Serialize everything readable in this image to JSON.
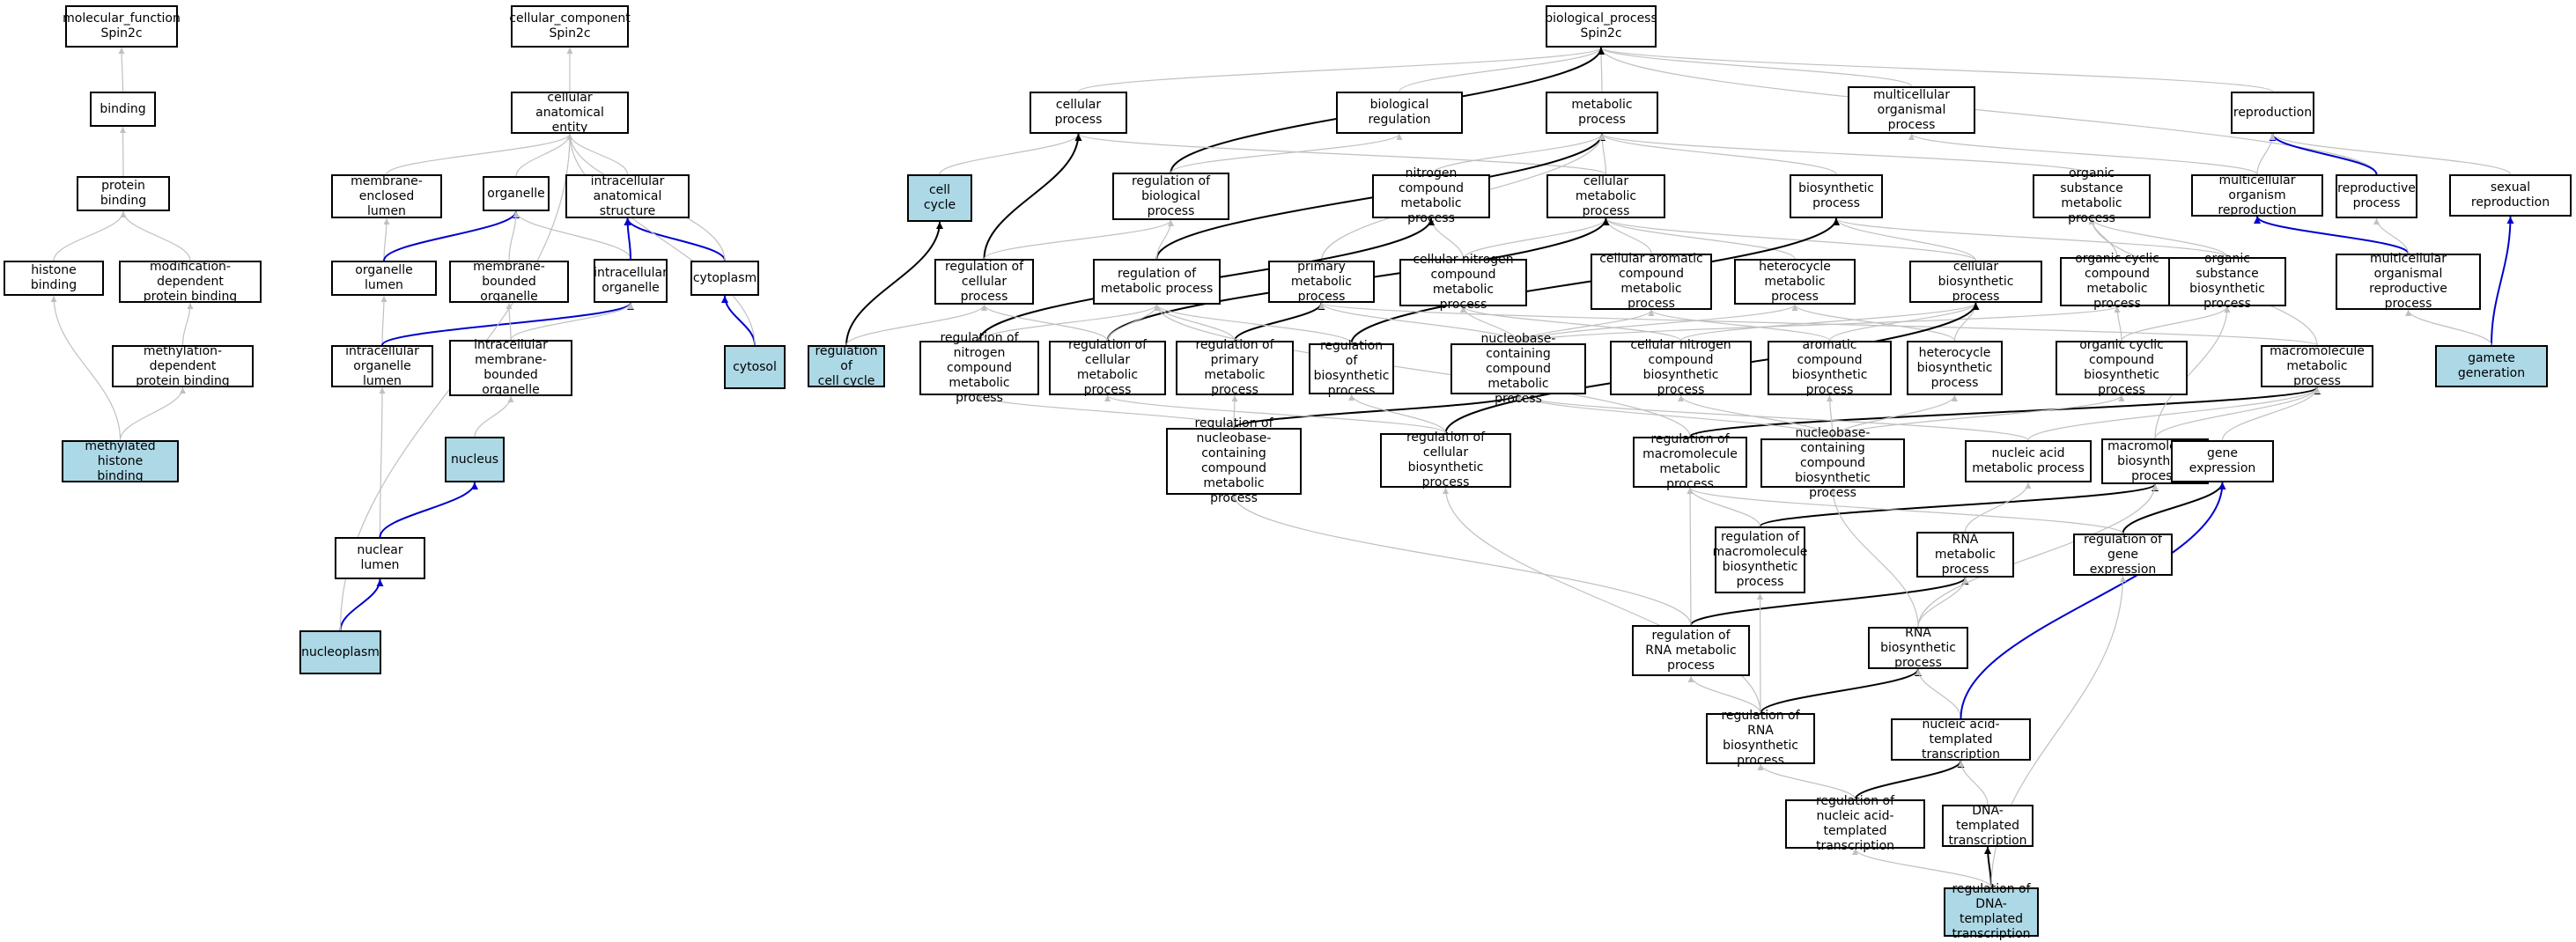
{
  "colors": {
    "highlight": "#add8e6",
    "edge_gray": "#c0c0c0",
    "edge_black": "#000000",
    "edge_blue": "#0000cd"
  },
  "nodes": [
    {
      "id": "mf",
      "label": "molecular_function\nSpin2c",
      "hl": false
    },
    {
      "id": "binding",
      "label": "binding",
      "hl": false
    },
    {
      "id": "protein_binding",
      "label": "protein binding",
      "hl": false
    },
    {
      "id": "histone_binding",
      "label": "histone binding",
      "hl": false
    },
    {
      "id": "moddep",
      "label": "modification-dependent\nprotein binding",
      "hl": false
    },
    {
      "id": "methdep",
      "label": "methylation-dependent\nprotein binding",
      "hl": false
    },
    {
      "id": "methhist",
      "label": "methylated histone\nbinding",
      "hl": true
    },
    {
      "id": "cc",
      "label": "cellular_component\nSpin2c",
      "hl": false
    },
    {
      "id": "cae",
      "label": "cellular anatomical\nentity",
      "hl": false
    },
    {
      "id": "mel",
      "label": "membrane-enclosed\nlumen",
      "hl": false
    },
    {
      "id": "organelle",
      "label": "organelle",
      "hl": false
    },
    {
      "id": "ias",
      "label": "intracellular\nanatomical structure",
      "hl": false
    },
    {
      "id": "orglumen",
      "label": "organelle lumen",
      "hl": false
    },
    {
      "id": "mbo",
      "label": "membrane-bounded\norganelle",
      "hl": false
    },
    {
      "id": "io",
      "label": "intracellular\norganelle",
      "hl": false
    },
    {
      "id": "cytoplasm",
      "label": "cytoplasm",
      "hl": false
    },
    {
      "id": "iol",
      "label": "intracellular\norganelle lumen",
      "hl": false
    },
    {
      "id": "imbo",
      "label": "intracellular\nmembrane-bounded\norganelle",
      "hl": false
    },
    {
      "id": "cytosol",
      "label": "cytosol",
      "hl": true
    },
    {
      "id": "nucleus",
      "label": "nucleus",
      "hl": true
    },
    {
      "id": "nuclumen",
      "label": "nuclear lumen",
      "hl": false
    },
    {
      "id": "nucleoplasm",
      "label": "nucleoplasm",
      "hl": true
    },
    {
      "id": "bp",
      "label": "biological_process\nSpin2c",
      "hl": false
    },
    {
      "id": "cellproc",
      "label": "cellular process",
      "hl": false
    },
    {
      "id": "bioreg",
      "label": "biological regulation",
      "hl": false
    },
    {
      "id": "metproc",
      "label": "metabolic process",
      "hl": false
    },
    {
      "id": "mop",
      "label": "multicellular\norganismal process",
      "hl": false
    },
    {
      "id": "repro",
      "label": "reproduction",
      "hl": false
    },
    {
      "id": "cellcycle",
      "label": "cell cycle",
      "hl": true
    },
    {
      "id": "regbio",
      "label": "regulation of\nbiological process",
      "hl": false
    },
    {
      "id": "ncmp",
      "label": "nitrogen compound\nmetabolic process",
      "hl": false
    },
    {
      "id": "cmp",
      "label": "cellular metabolic\nprocess",
      "hl": false
    },
    {
      "id": "biosyn",
      "label": "biosynthetic\nprocess",
      "hl": false
    },
    {
      "id": "osmp",
      "label": "organic substance\nmetabolic process",
      "hl": false
    },
    {
      "id": "mor",
      "label": "multicellular\norganism reproduction",
      "hl": false
    },
    {
      "id": "reproproc",
      "label": "reproductive\nprocess",
      "hl": false
    },
    {
      "id": "sexrepro",
      "label": "sexual reproduction",
      "hl": false
    },
    {
      "id": "regcellproc",
      "label": "regulation of\ncellular process",
      "hl": false
    },
    {
      "id": "regmet",
      "label": "regulation of\nmetabolic process",
      "hl": false
    },
    {
      "id": "pmp",
      "label": "primary metabolic\nprocess",
      "hl": false
    },
    {
      "id": "cncmp",
      "label": "cellular nitrogen\ncompound metabolic\nprocess",
      "hl": false
    },
    {
      "id": "cacmp",
      "label": "cellular aromatic\ncompound metabolic\nprocess",
      "hl": false
    },
    {
      "id": "hmp",
      "label": "heterocycle\nmetabolic process",
      "hl": false
    },
    {
      "id": "cbp",
      "label": "cellular biosynthetic\nprocess",
      "hl": false
    },
    {
      "id": "occmp",
      "label": "organic cyclic\ncompound metabolic\nprocess",
      "hl": false
    },
    {
      "id": "osbp",
      "label": "organic substance\nbiosynthetic\nprocess",
      "hl": false
    },
    {
      "id": "morp",
      "label": "multicellular\norganismal reproductive\nprocess",
      "hl": false
    },
    {
      "id": "regcellcycle",
      "label": "regulation of\ncell cycle",
      "hl": true
    },
    {
      "id": "regncmp",
      "label": "regulation of\nnitrogen compound\nmetabolic process",
      "hl": false
    },
    {
      "id": "regcmp",
      "label": "regulation of\ncellular metabolic\nprocess",
      "hl": false
    },
    {
      "id": "regpmp",
      "label": "regulation of\nprimary metabolic\nprocess",
      "hl": false
    },
    {
      "id": "regbiosyn",
      "label": "regulation of\nbiosynthetic\nprocess",
      "hl": false
    },
    {
      "id": "nbcmp",
      "label": "nucleobase-containing\ncompound metabolic\nprocess",
      "hl": false
    },
    {
      "id": "cncbp",
      "label": "cellular nitrogen\ncompound biosynthetic\nprocess",
      "hl": false
    },
    {
      "id": "acbp",
      "label": "aromatic compound\nbiosynthetic\nprocess",
      "hl": false
    },
    {
      "id": "hbp",
      "label": "heterocycle\nbiosynthetic\nprocess",
      "hl": false
    },
    {
      "id": "occbp",
      "label": "organic cyclic\ncompound biosynthetic\nprocess",
      "hl": false
    },
    {
      "id": "mmp",
      "label": "macromolecule\nmetabolic process",
      "hl": false
    },
    {
      "id": "gametegen",
      "label": "gamete generation",
      "hl": true
    },
    {
      "id": "regnbcmp",
      "label": "regulation of\nnucleobase-containing\ncompound metabolic\nprocess",
      "hl": false
    },
    {
      "id": "regcbp",
      "label": "regulation of\ncellular biosynthetic\nprocess",
      "hl": false
    },
    {
      "id": "regmmp",
      "label": "regulation of\nmacromolecule\nmetabolic process",
      "hl": false
    },
    {
      "id": "nbcbp",
      "label": "nucleobase-containing\ncompound biosynthetic\nprocess",
      "hl": false
    },
    {
      "id": "namp",
      "label": "nucleic acid\nmetabolic process",
      "hl": false
    },
    {
      "id": "mbp",
      "label": "macromolecule\nbiosynthetic\nprocess",
      "hl": false
    },
    {
      "id": "geneexp",
      "label": "gene expression",
      "hl": false
    },
    {
      "id": "regmbp",
      "label": "regulation of\nmacromolecule\nbiosynthetic\nprocess",
      "hl": false
    },
    {
      "id": "rnamp",
      "label": "RNA metabolic\nprocess",
      "hl": false
    },
    {
      "id": "reggeneexp",
      "label": "regulation of\ngene expression",
      "hl": false
    },
    {
      "id": "regrnamp",
      "label": "regulation of\nRNA metabolic\nprocess",
      "hl": false
    },
    {
      "id": "rnabp",
      "label": "RNA biosynthetic\nprocess",
      "hl": false
    },
    {
      "id": "regrnabp",
      "label": "regulation of\nRNA biosynthetic\nprocess",
      "hl": false
    },
    {
      "id": "natt",
      "label": "nucleic acid-templated\ntranscription",
      "hl": false
    },
    {
      "id": "regnatt",
      "label": "regulation of\nnucleic acid-templated\ntranscription",
      "hl": false
    },
    {
      "id": "dtt",
      "label": "DNA-templated\ntranscription",
      "hl": false
    },
    {
      "id": "regdtt",
      "label": "regulation of\nDNA-templated\ntranscription",
      "hl": true
    }
  ],
  "edges": [
    {
      "from": "binding",
      "to": "mf",
      "color": "gray"
    },
    {
      "from": "protein_binding",
      "to": "binding",
      "color": "gray"
    },
    {
      "from": "histone_binding",
      "to": "protein_binding",
      "color": "gray"
    },
    {
      "from": "moddep",
      "to": "protein_binding",
      "color": "gray"
    },
    {
      "from": "methdep",
      "to": "moddep",
      "color": "gray"
    },
    {
      "from": "methhist",
      "to": "histone_binding",
      "color": "gray"
    },
    {
      "from": "methhist",
      "to": "methdep",
      "color": "gray"
    },
    {
      "from": "cae",
      "to": "cc",
      "color": "gray"
    },
    {
      "from": "mel",
      "to": "cae",
      "color": "gray"
    },
    {
      "from": "organelle",
      "to": "cae",
      "color": "gray"
    },
    {
      "from": "ias",
      "to": "cae",
      "color": "gray"
    },
    {
      "from": "orglumen",
      "to": "mel",
      "color": "gray"
    },
    {
      "from": "orglumen",
      "to": "organelle",
      "color": "blue"
    },
    {
      "from": "mbo",
      "to": "organelle",
      "color": "gray"
    },
    {
      "from": "io",
      "to": "organelle",
      "color": "gray"
    },
    {
      "from": "io",
      "to": "ias",
      "color": "blue"
    },
    {
      "from": "cytoplasm",
      "to": "ias",
      "color": "blue"
    },
    {
      "from": "cytoplasm",
      "to": "cae",
      "color": "gray"
    },
    {
      "from": "iol",
      "to": "orglumen",
      "color": "gray"
    },
    {
      "from": "iol",
      "to": "io",
      "color": "blue"
    },
    {
      "from": "imbo",
      "to": "mbo",
      "color": "gray"
    },
    {
      "from": "imbo",
      "to": "io",
      "color": "gray"
    },
    {
      "from": "cytosol",
      "to": "cytoplasm",
      "color": "blue"
    },
    {
      "from": "cytosol",
      "to": "cae",
      "color": "gray"
    },
    {
      "from": "nucleus",
      "to": "imbo",
      "color": "gray"
    },
    {
      "from": "nuclumen",
      "to": "iol",
      "color": "gray"
    },
    {
      "from": "nuclumen",
      "to": "nucleus",
      "color": "blue"
    },
    {
      "from": "nucleoplasm",
      "to": "nuclumen",
      "color": "blue"
    },
    {
      "from": "nucleoplasm",
      "to": "cae",
      "color": "gray"
    },
    {
      "from": "cellproc",
      "to": "bp",
      "color": "gray"
    },
    {
      "from": "bioreg",
      "to": "bp",
      "color": "gray"
    },
    {
      "from": "metproc",
      "to": "bp",
      "color": "gray"
    },
    {
      "from": "mop",
      "to": "bp",
      "color": "gray"
    },
    {
      "from": "repro",
      "to": "bp",
      "color": "gray"
    },
    {
      "from": "reproproc",
      "to": "bp",
      "color": "gray"
    },
    {
      "from": "cellcycle",
      "to": "cellproc",
      "color": "gray"
    },
    {
      "from": "regbio",
      "to": "bp",
      "color": "black"
    },
    {
      "from": "regbio",
      "to": "bioreg",
      "color": "gray"
    },
    {
      "from": "ncmp",
      "to": "metproc",
      "color": "gray"
    },
    {
      "from": "cmp",
      "to": "metproc",
      "color": "gray"
    },
    {
      "from": "cmp",
      "to": "cellproc",
      "color": "gray"
    },
    {
      "from": "biosyn",
      "to": "metproc",
      "color": "gray"
    },
    {
      "from": "osmp",
      "to": "metproc",
      "color": "gray"
    },
    {
      "from": "mor",
      "to": "mop",
      "color": "gray"
    },
    {
      "from": "mor",
      "to": "repro",
      "color": "gray"
    },
    {
      "from": "reproproc",
      "to": "repro",
      "color": "blue"
    },
    {
      "from": "sexrepro",
      "to": "repro",
      "color": "gray"
    },
    {
      "from": "regcellproc",
      "to": "cellproc",
      "color": "black"
    },
    {
      "from": "regcellproc",
      "to": "regbio",
      "color": "gray"
    },
    {
      "from": "regmet",
      "to": "metproc",
      "color": "black"
    },
    {
      "from": "regmet",
      "to": "regbio",
      "color": "gray"
    },
    {
      "from": "pmp",
      "to": "metproc",
      "color": "gray"
    },
    {
      "from": "cncmp",
      "to": "ncmp",
      "color": "gray"
    },
    {
      "from": "cncmp",
      "to": "cmp",
      "color": "gray"
    },
    {
      "from": "cacmp",
      "to": "cmp",
      "color": "gray"
    },
    {
      "from": "hmp",
      "to": "cmp",
      "color": "gray"
    },
    {
      "from": "cbp",
      "to": "cmp",
      "color": "gray"
    },
    {
      "from": "cbp",
      "to": "biosyn",
      "color": "gray"
    },
    {
      "from": "occmp",
      "to": "osmp",
      "color": "gray"
    },
    {
      "from": "osbp",
      "to": "osmp",
      "color": "gray"
    },
    {
      "from": "osbp",
      "to": "biosyn",
      "color": "gray"
    },
    {
      "from": "morp",
      "to": "mor",
      "color": "blue"
    },
    {
      "from": "morp",
      "to": "reproproc",
      "color": "gray"
    },
    {
      "from": "regcellcycle",
      "to": "cellcycle",
      "color": "black"
    },
    {
      "from": "regcellcycle",
      "to": "regcellproc",
      "color": "gray"
    },
    {
      "from": "regncmp",
      "to": "ncmp",
      "color": "black"
    },
    {
      "from": "regncmp",
      "to": "regmet",
      "color": "gray"
    },
    {
      "from": "regcmp",
      "to": "cmp",
      "color": "black"
    },
    {
      "from": "regcmp",
      "to": "regmet",
      "color": "gray"
    },
    {
      "from": "regcmp",
      "to": "regcellproc",
      "color": "gray"
    },
    {
      "from": "regpmp",
      "to": "pmp",
      "color": "black"
    },
    {
      "from": "regpmp",
      "to": "regmet",
      "color": "gray"
    },
    {
      "from": "regbiosyn",
      "to": "biosyn",
      "color": "black"
    },
    {
      "from": "regbiosyn",
      "to": "regmet",
      "color": "gray"
    },
    {
      "from": "nbcmp",
      "to": "cncmp",
      "color": "gray"
    },
    {
      "from": "nbcmp",
      "to": "cacmp",
      "color": "gray"
    },
    {
      "from": "nbcmp",
      "to": "hmp",
      "color": "gray"
    },
    {
      "from": "nbcmp",
      "to": "occmp",
      "color": "gray"
    },
    {
      "from": "nbcmp",
      "to": "pmp",
      "color": "gray"
    },
    {
      "from": "cncbp",
      "to": "cncmp",
      "color": "gray"
    },
    {
      "from": "cncbp",
      "to": "cbp",
      "color": "gray"
    },
    {
      "from": "acbp",
      "to": "cacmp",
      "color": "gray"
    },
    {
      "from": "acbp",
      "to": "cbp",
      "color": "gray"
    },
    {
      "from": "hbp",
      "to": "hmp",
      "color": "gray"
    },
    {
      "from": "hbp",
      "to": "cbp",
      "color": "gray"
    },
    {
      "from": "occbp",
      "to": "occmp",
      "color": "gray"
    },
    {
      "from": "occbp",
      "to": "osbp",
      "color": "gray"
    },
    {
      "from": "mmp",
      "to": "osmp",
      "color": "gray"
    },
    {
      "from": "mmp",
      "to": "pmp",
      "color": "gray"
    },
    {
      "from": "gametegen",
      "to": "sexrepro",
      "color": "blue"
    },
    {
      "from": "gametegen",
      "to": "morp",
      "color": "gray"
    },
    {
      "from": "regnbcmp",
      "to": "nbcmp",
      "color": "black"
    },
    {
      "from": "regnbcmp",
      "to": "regncmp",
      "color": "gray"
    },
    {
      "from": "regnbcmp",
      "to": "regpmp",
      "color": "gray"
    },
    {
      "from": "regcbp",
      "to": "cbp",
      "color": "black"
    },
    {
      "from": "regcbp",
      "to": "regbiosyn",
      "color": "gray"
    },
    {
      "from": "regcbp",
      "to": "regcmp",
      "color": "gray"
    },
    {
      "from": "regmmp",
      "to": "mmp",
      "color": "black"
    },
    {
      "from": "regmmp",
      "to": "regmet",
      "color": "gray"
    },
    {
      "from": "nbcbp",
      "to": "nbcmp",
      "color": "gray"
    },
    {
      "from": "nbcbp",
      "to": "acbp",
      "color": "gray"
    },
    {
      "from": "nbcbp",
      "to": "hbp",
      "color": "gray"
    },
    {
      "from": "nbcbp",
      "to": "cncbp",
      "color": "gray"
    },
    {
      "from": "nbcbp",
      "to": "occbp",
      "color": "gray"
    },
    {
      "from": "namp",
      "to": "nbcmp",
      "color": "gray"
    },
    {
      "from": "namp",
      "to": "mmp",
      "color": "gray"
    },
    {
      "from": "mbp",
      "to": "mmp",
      "color": "gray"
    },
    {
      "from": "mbp",
      "to": "osbp",
      "color": "gray"
    },
    {
      "from": "geneexp",
      "to": "mmp",
      "color": "gray"
    },
    {
      "from": "regmbp",
      "to": "mbp",
      "color": "black"
    },
    {
      "from": "regmbp",
      "to": "regmmp",
      "color": "gray"
    },
    {
      "from": "rnamp",
      "to": "namp",
      "color": "gray"
    },
    {
      "from": "reggeneexp",
      "to": "geneexp",
      "color": "black"
    },
    {
      "from": "reggeneexp",
      "to": "regmmp",
      "color": "gray"
    },
    {
      "from": "regrnamp",
      "to": "rnamp",
      "color": "black"
    },
    {
      "from": "regrnamp",
      "to": "regnbcmp",
      "color": "gray"
    },
    {
      "from": "regrnamp",
      "to": "regmmp",
      "color": "gray"
    },
    {
      "from": "rnabp",
      "to": "rnamp",
      "color": "gray"
    },
    {
      "from": "rnabp",
      "to": "nbcbp",
      "color": "gray"
    },
    {
      "from": "rnabp",
      "to": "mbp",
      "color": "gray"
    },
    {
      "from": "regrnabp",
      "to": "rnabp",
      "color": "black"
    },
    {
      "from": "regrnabp",
      "to": "regrnamp",
      "color": "gray"
    },
    {
      "from": "regrnabp",
      "to": "regmbp",
      "color": "gray"
    },
    {
      "from": "regrnabp",
      "to": "regcbp",
      "color": "gray"
    },
    {
      "from": "natt",
      "to": "rnabp",
      "color": "gray"
    },
    {
      "from": "natt",
      "to": "geneexp",
      "color": "blue"
    },
    {
      "from": "regnatt",
      "to": "natt",
      "color": "black"
    },
    {
      "from": "regnatt",
      "to": "regrnabp",
      "color": "gray"
    },
    {
      "from": "dtt",
      "to": "natt",
      "color": "gray"
    },
    {
      "from": "regdtt",
      "to": "dtt",
      "color": "black"
    },
    {
      "from": "regdtt",
      "to": "regnatt",
      "color": "gray"
    },
    {
      "from": "regdtt",
      "to": "reggeneexp",
      "color": "gray"
    }
  ]
}
